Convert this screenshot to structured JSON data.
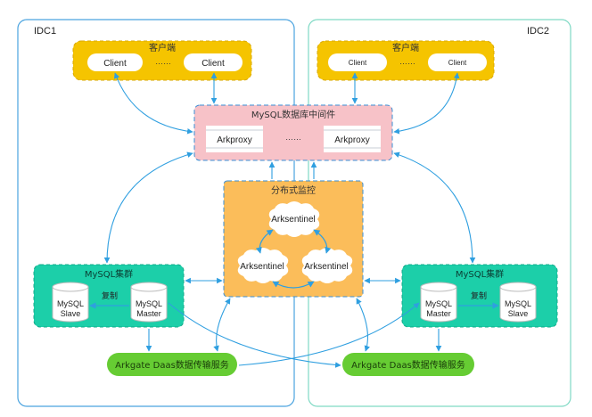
{
  "idc": {
    "left_label": "IDC1",
    "right_label": "IDC2"
  },
  "clients": {
    "left": {
      "title": "客户端",
      "client_a": "Client",
      "ellipsis": "……",
      "client_b": "Client"
    },
    "right": {
      "title": "客户端",
      "client_a": "Client",
      "ellipsis": "……",
      "client_b": "Client"
    }
  },
  "middleware": {
    "title": "MySQL数据库中间件",
    "proxy_a": "Arkproxy",
    "ellipsis": "……",
    "proxy_b": "Arkproxy"
  },
  "monitor": {
    "title": "分布式监控",
    "sentinel_top": "Arksentinel",
    "sentinel_left": "Arksentinel",
    "sentinel_right": "Arksentinel"
  },
  "cluster_left": {
    "title": "MySQL集群",
    "db_a_line1": "MySQL",
    "db_a_line2": "Slave",
    "db_b_line1": "MySQL",
    "db_b_line2": "Master",
    "replicate": "复制"
  },
  "cluster_right": {
    "title": "MySQL集群",
    "db_a_line1": "MySQL",
    "db_a_line2": "Master",
    "db_b_line1": "MySQL",
    "db_b_line2": "Slave",
    "replicate": "复制"
  },
  "daas": {
    "left": "Arkgate Daas数据传输服务",
    "right": "Arkgate Daas数据传输服务"
  },
  "colors": {
    "client_group": "#f5c400",
    "middleware": "#f7c2c8",
    "monitor": "#fbbd5a",
    "cluster": "#1ccfa9",
    "daas": "#66cc33",
    "arrow": "#2f9fe0",
    "idc_left_border": "#4aa3df",
    "idc_right_border": "#7fd9c4"
  }
}
